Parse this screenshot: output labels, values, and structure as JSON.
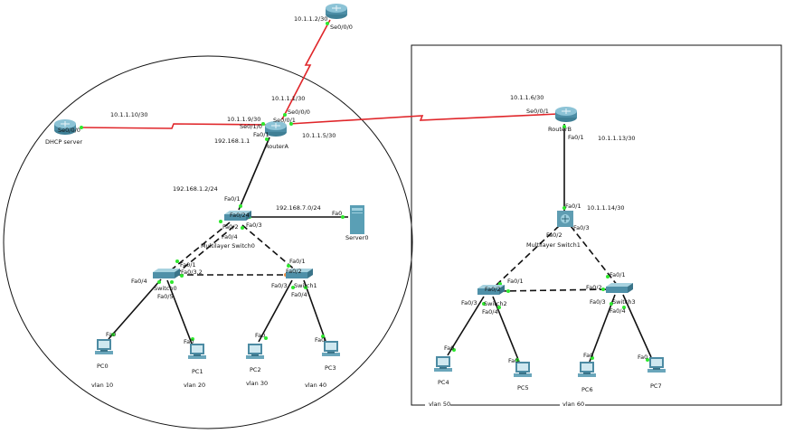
{
  "colors": {
    "serial": "#e0262a",
    "ethernet": "#111111",
    "port_up": "#2ee82e",
    "port_amber": "#f08a3c",
    "device": "#5a9fb5"
  },
  "devices": {
    "router_a": "RouterA",
    "router_b": "RouterB",
    "dhcp": "DHCP server",
    "server0": "Server0",
    "mls0": "Multilayer Switch0",
    "mls1": "Multilayer Switch1",
    "sw0": "Switch0",
    "sw1": "Switch1",
    "sw2": "Switch2",
    "sw3": "Switch3",
    "pcs": [
      "PC0",
      "PC1",
      "PC2",
      "PC3",
      "PC4",
      "PC5",
      "PC6",
      "PC7"
    ]
  },
  "labels": {
    "top_ip": "10.1.1.2/30",
    "top_port": "Se0/0/0",
    "ra_ip_top": "10.1.1.1/30",
    "ra_se000": "Se0/0/0",
    "ra_ip_left": "10.1.1.9/30",
    "ra_se010": "Se0/1/0",
    "ra_se001": "Se0/0/1",
    "ra_ip_right": "10.1.1.5/30",
    "ra_fa01": "Fa0/1",
    "ra_lan": "192.168.1.1",
    "dhcp_ip": "10.1.1.10/30",
    "dhcp_port": "Se0/0/0",
    "mls0_ip": "192.168.1.2/24",
    "mls0_fa01": "Fa0/1",
    "mls0_fa024": "Fa0/24",
    "mls0_fa02": "Fa0/2",
    "mls0_fa04": "Fa0/4",
    "mls0_fa03": "Fa0/3",
    "server_net": "192.168.7.0/24",
    "server_fa0": "Fa0",
    "sw0_fa01": "Fa0/1",
    "sw0_fa032": "Fa0/3.2",
    "sw0_fa04": "Fa0/4",
    "sw0_fa05": "Fa0/5",
    "sw1_fa01": "Fa0/1",
    "sw1_fa02": "Fa0/2",
    "sw1_fa03": "Fa0/3",
    "sw1_fa04": "Fa0/4",
    "rb_ip": "10.1.1.6/30",
    "rb_se001": "Se0/0/1",
    "rb_fa01": "Fa0/1",
    "rb_ip_lan": "10.1.1.13/30",
    "mls1_fa01": "Fa0/1",
    "mls1_ip": "10.1.1.14/30",
    "mls1_fa02": "Fa0/2",
    "mls1_fa03": "Fa0/3",
    "sw2_fa01": "Fa0/1",
    "sw2_fa02": "Fa0/2",
    "sw2_fa03": "Fa0/3",
    "sw2_fa04": "Fa0/4",
    "sw3_fa01": "Fa0/1",
    "sw3_fa02": "Fa0/2",
    "sw3_fa03": "Fa0/3",
    "sw3_fa04": "Fa0/4",
    "pc_fa0": "Fa0"
  },
  "vlans": [
    "vlan 10",
    "vlan 20",
    "vlan 30",
    "vlan 40",
    "vlan 50",
    "vlan 60"
  ]
}
